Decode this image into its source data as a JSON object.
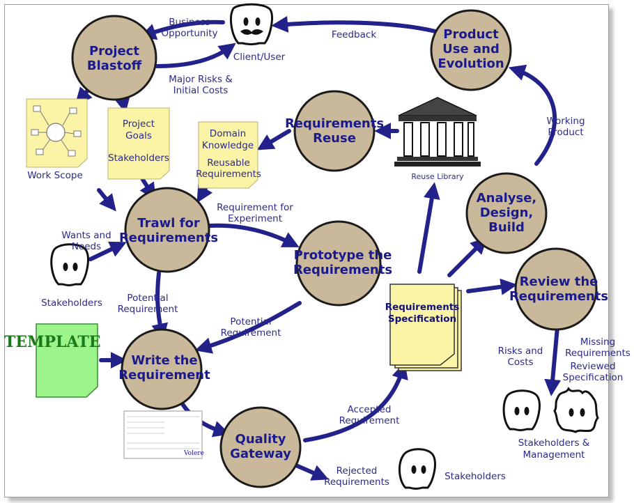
{
  "processes": {
    "project_blastoff": "Project Blastoff",
    "product_use": "Product Use and Evolution",
    "requirements_reuse": "Requirements Reuse",
    "trawl": "Trawl for Requirements",
    "prototype": "Prototype the Requirements",
    "analyse": "Analyse, Design, Build",
    "review": "Review the Requirements",
    "write": "Write the Requirement",
    "quality_gateway": "Quality Gateway"
  },
  "process_lines": {
    "project_blastoff": [
      "Project",
      "Blastoff"
    ],
    "product_use": [
      "Product",
      "Use and",
      "Evolution"
    ],
    "requirements_reuse": [
      "Requirements",
      "Reuse"
    ],
    "trawl": [
      "Trawl for",
      "Requirements"
    ],
    "prototype": [
      "Prototype the",
      "Requirements"
    ],
    "analyse": [
      "Analyse,",
      "Design,",
      "Build"
    ],
    "review": [
      "Review the",
      "Requirements"
    ],
    "write": [
      "Write the",
      "Requirement"
    ],
    "quality_gateway": [
      "Quality",
      "Gateway"
    ]
  },
  "artifacts": {
    "work_scope": "Work Scope",
    "project_goals": [
      "Project",
      "Goals"
    ],
    "stakeholders_note": "Stakeholders",
    "domain_knowledge": [
      "Domain",
      "Knowledge"
    ],
    "reusable_requirements": [
      "Reusable",
      "Requirements"
    ],
    "reuse_library": "Reuse Library",
    "requirements_specification": [
      "Requirements",
      "Specification"
    ],
    "template": "TEMPLATE",
    "volere": "Volere"
  },
  "actors": {
    "client_user": "Client/User",
    "stakeholders_left": "Stakeholders",
    "stakeholders_mgmt": [
      "Stakeholders &",
      "Management"
    ],
    "stakeholders_bottom": "Stakeholders"
  },
  "flows": {
    "business_opportunity": [
      "Business",
      "Opportunity"
    ],
    "feedback": "Feedback",
    "major_risks": [
      "Major Risks &",
      "Initial Costs"
    ],
    "working_product": [
      "Working",
      "Product"
    ],
    "wants_needs": [
      "Wants and",
      "Needs"
    ],
    "req_for_experiment": [
      "Requirement for",
      "Experiment"
    ],
    "potential_req_left": [
      "Potential",
      "Requirement"
    ],
    "potential_req_mid": [
      "Potential",
      "Requirement"
    ],
    "accepted_req": [
      "Accepted",
      "Requirement"
    ],
    "rejected_req": [
      "Rejected",
      "Requirements"
    ],
    "risks_costs": [
      "Risks and",
      "Costs"
    ],
    "missing_req": [
      "Missing",
      "Requirements"
    ],
    "reviewed_spec": [
      "Reviewed",
      "Specification"
    ]
  },
  "colors": {
    "process_fill": "#c9b99a",
    "arrow": "#22228a",
    "text": "#1a1a8c",
    "note": "#fbf3a6",
    "template": "#9cf58a"
  }
}
